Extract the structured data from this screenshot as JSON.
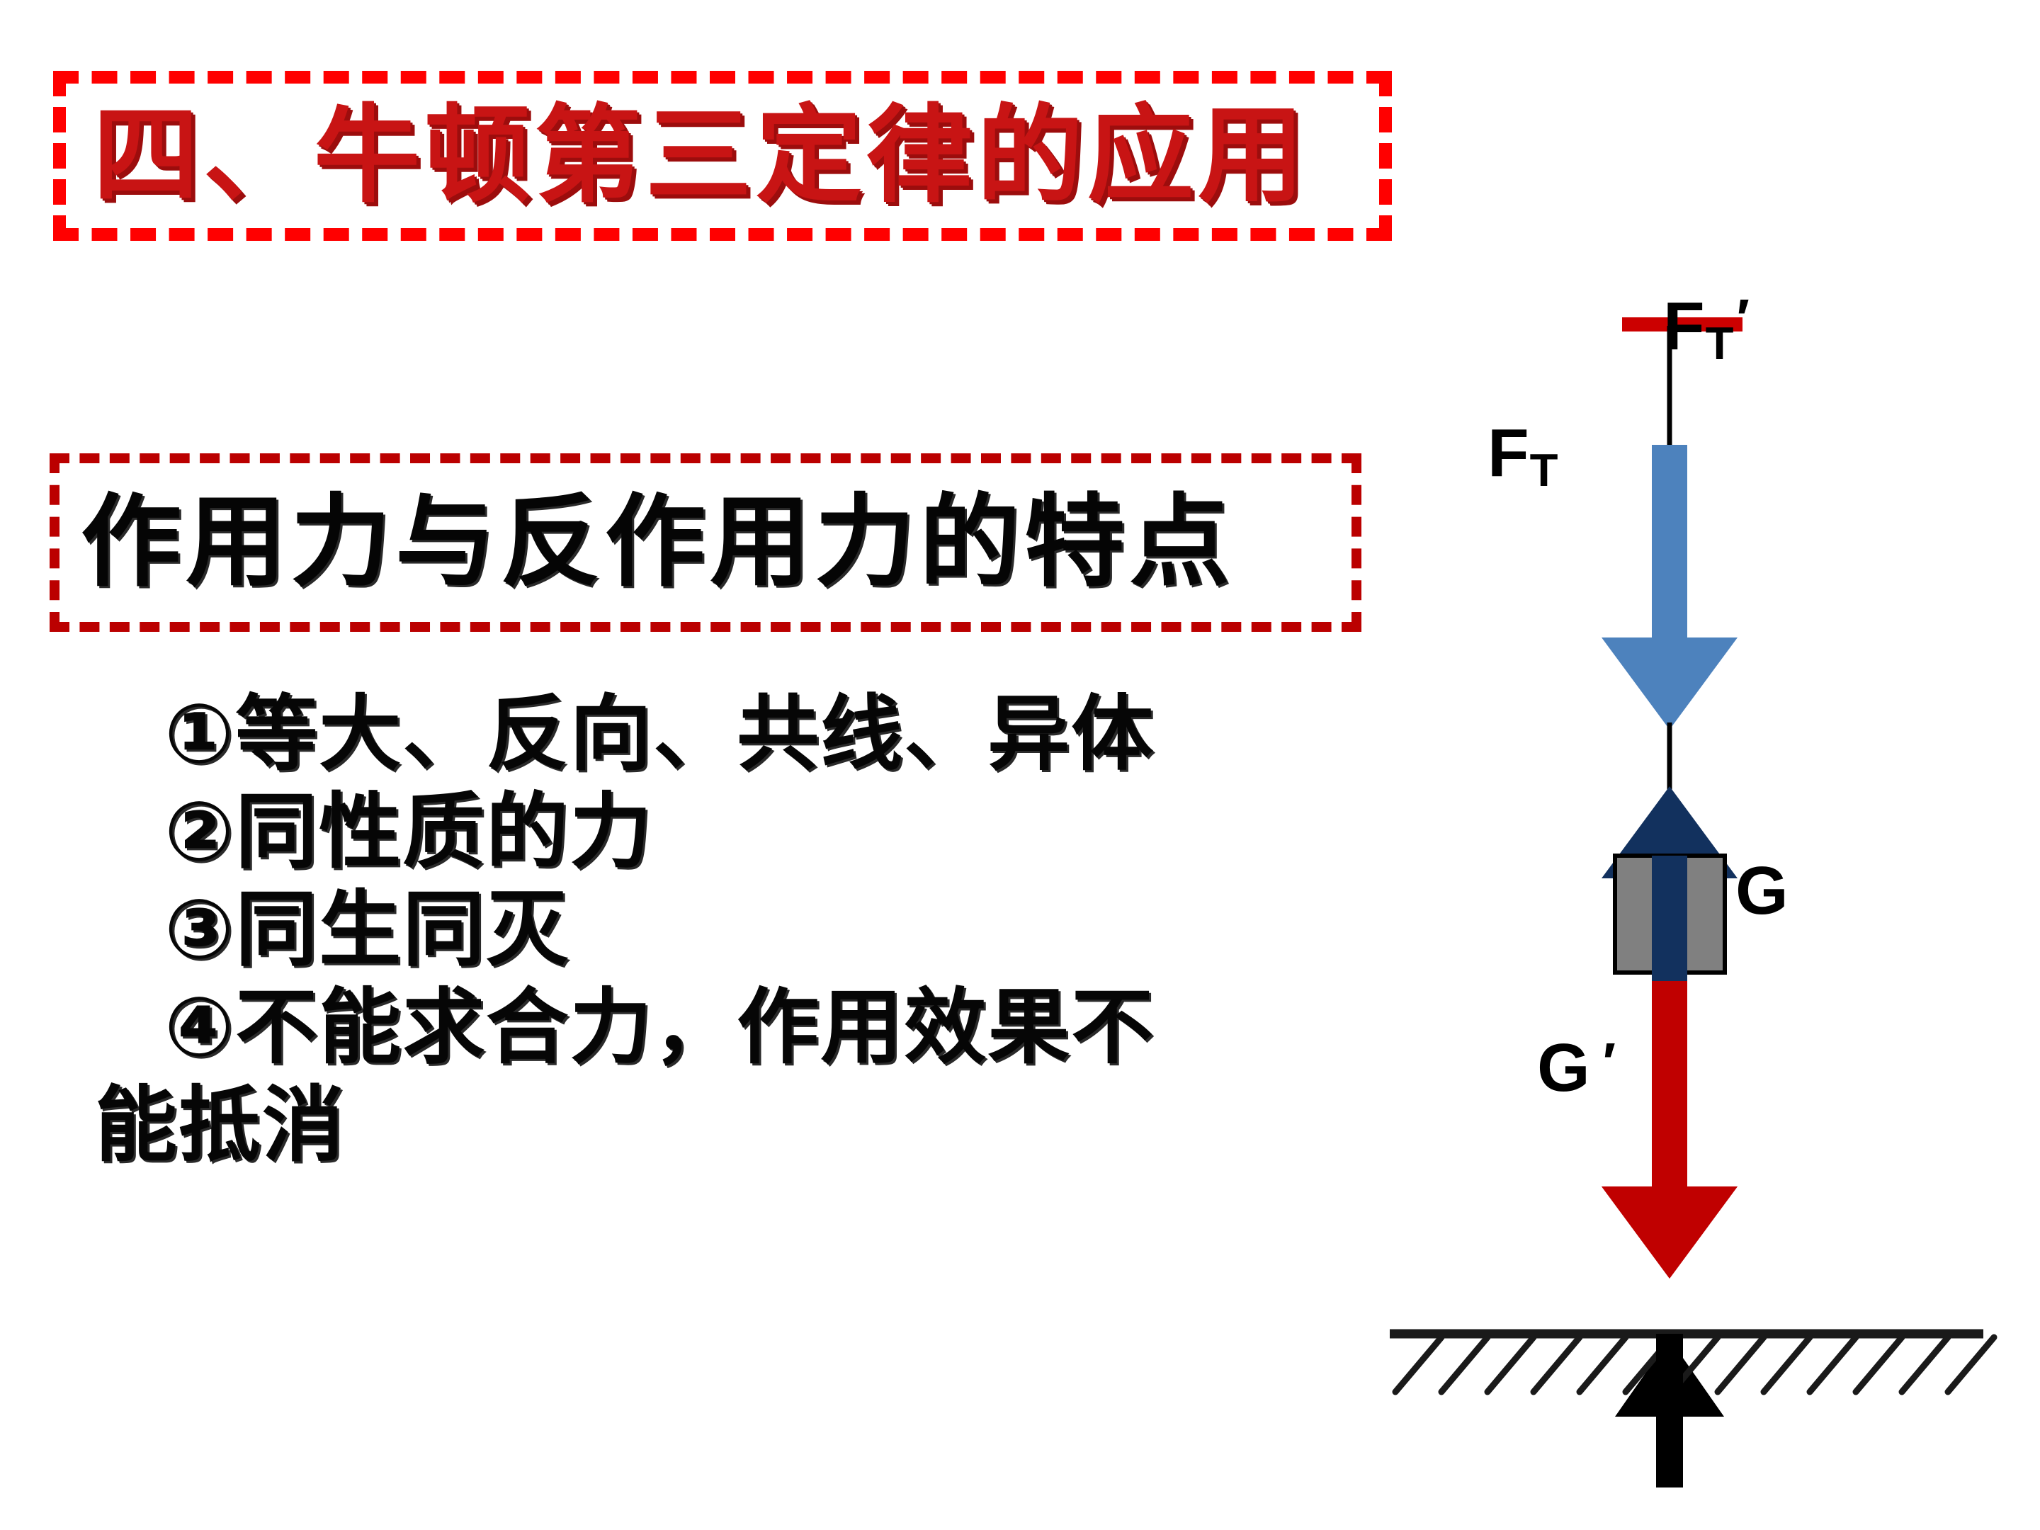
{
  "slide": {
    "title": "四、牛顿第三定律的应用",
    "subtitle": "作用力与反作用力的特点",
    "bullets": [
      "①等大、反向、共线、异体",
      "②同性质的力",
      "③同生同灭",
      "④不能求合力，作用效果不",
      "能抵消"
    ]
  },
  "diagram": {
    "labels": {
      "tension_reaction": {
        "base": "F",
        "sub": "T",
        "prime": "′"
      },
      "tension": {
        "base": "F",
        "sub": "T",
        "prime": ""
      },
      "weight": {
        "base": "G",
        "sub": "",
        "prime": ""
      },
      "weight_reaction": {
        "base": "G",
        "sub": "",
        "prime": "′"
      }
    },
    "colors": {
      "ceiling": "#cc0000",
      "string": "#000000",
      "tension_reaction_arrow": "#4d82bd",
      "tension_arrow": "#12315e",
      "block_fill": "#808080",
      "block_stroke": "#000000",
      "weight_arrow": "#c00000",
      "weight_reaction_arrow": "#000000",
      "ground": "#1a1a1a"
    }
  },
  "theme": {
    "title_border_color": "#ff0000",
    "title_text_color": "#c81414",
    "subtitle_border_color": "#bb0000",
    "subtitle_text_color": "#050505",
    "body_text_color": "#060606",
    "background": "#ffffff"
  }
}
